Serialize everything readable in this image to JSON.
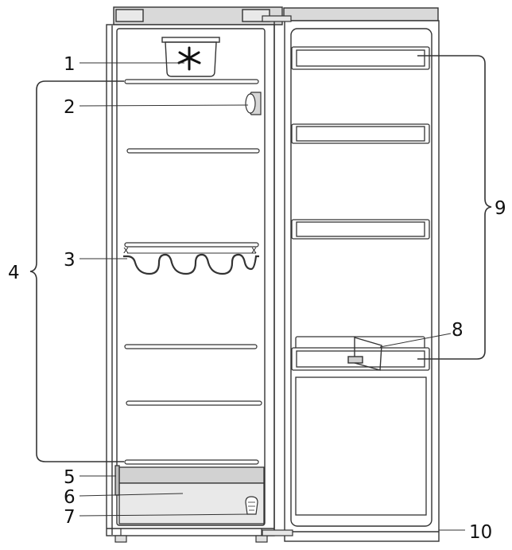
{
  "diagram": {
    "callouts": [
      {
        "id": "1",
        "label": "1"
      },
      {
        "id": "2",
        "label": "2"
      },
      {
        "id": "3",
        "label": "3"
      },
      {
        "id": "4",
        "label": "4"
      },
      {
        "id": "5",
        "label": "5"
      },
      {
        "id": "6",
        "label": "6"
      },
      {
        "id": "7",
        "label": "7"
      },
      {
        "id": "8",
        "label": "8"
      },
      {
        "id": "9",
        "label": "9"
      },
      {
        "id": "10",
        "label": "10"
      }
    ],
    "bottle_rack_marks": [
      "X",
      "X"
    ],
    "colors": {
      "line": "#333333",
      "fill_light": "#e6e6e6",
      "fill_mid": "#d0d0d0",
      "white": "#ffffff"
    }
  }
}
